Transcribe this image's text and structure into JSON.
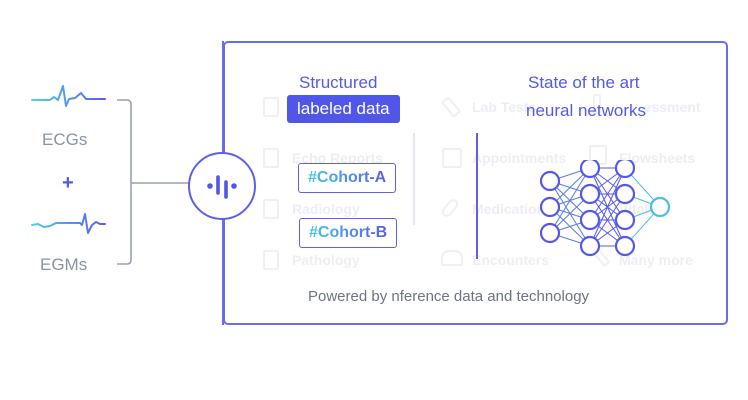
{
  "left_inputs": {
    "top_label": "ECGs",
    "plus": "+",
    "bottom_label": "EGMs",
    "top_icon": "ecg-waveform-icon",
    "bottom_icon": "egm-waveform-icon"
  },
  "hub_icon": "audio-signal-icon",
  "structured": {
    "title": "Structured",
    "badge": "labeled data",
    "cohorts": [
      {
        "hash": "#",
        "name": "Cohort-A"
      },
      {
        "hash": "#",
        "name": "Cohort-B"
      }
    ]
  },
  "neural": {
    "title_line1": "State of the art",
    "title_line2": "neural networks",
    "icon": "neural-network-icon",
    "layers": [
      3,
      4,
      4,
      1
    ]
  },
  "background_categories": [
    {
      "label": "Lab Tests",
      "icon": "test-tube-icon"
    },
    {
      "label": "Assessment",
      "icon": "thermometer-icon"
    },
    {
      "label": "Echo Reports",
      "icon": "clipboard-icon"
    },
    {
      "label": "Appointments",
      "icon": "calendar-icon"
    },
    {
      "label": "Flowsheets",
      "icon": "flowsheet-icon"
    },
    {
      "label": "Radiology",
      "icon": "clipboard-icon"
    },
    {
      "label": "Medications",
      "icon": "pill-icon"
    },
    {
      "label": "Vitals",
      "icon": "stethoscope-icon"
    },
    {
      "label": "Pathology",
      "icon": "clipboard-icon"
    },
    {
      "label": "Encounters",
      "icon": "people-icon"
    },
    {
      "label": "Many more",
      "icon": "wrench-icon"
    }
  ],
  "footer": "Powered by nference data and technology",
  "colors": {
    "accent": "#5458e6",
    "accent_dark": "#4f56e8",
    "cyan": "#45c2e4",
    "gray_text": "#8a93a6",
    "bracket": "#98a0b0"
  }
}
